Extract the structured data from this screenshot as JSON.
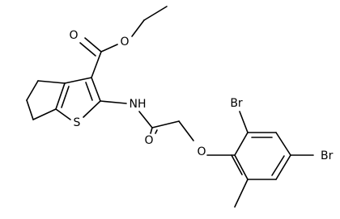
{
  "atom_labels": {
    "carbonyl_o_ester": "O",
    "ether_o_ester": "O",
    "nh": "NH",
    "sulfur": "S",
    "carbonyl_o_amide": "O",
    "ether_o_aryl": "O",
    "br_top": "Br",
    "br_right": "Br"
  },
  "colors": {
    "ink": "#000000",
    "background": "#ffffff"
  }
}
